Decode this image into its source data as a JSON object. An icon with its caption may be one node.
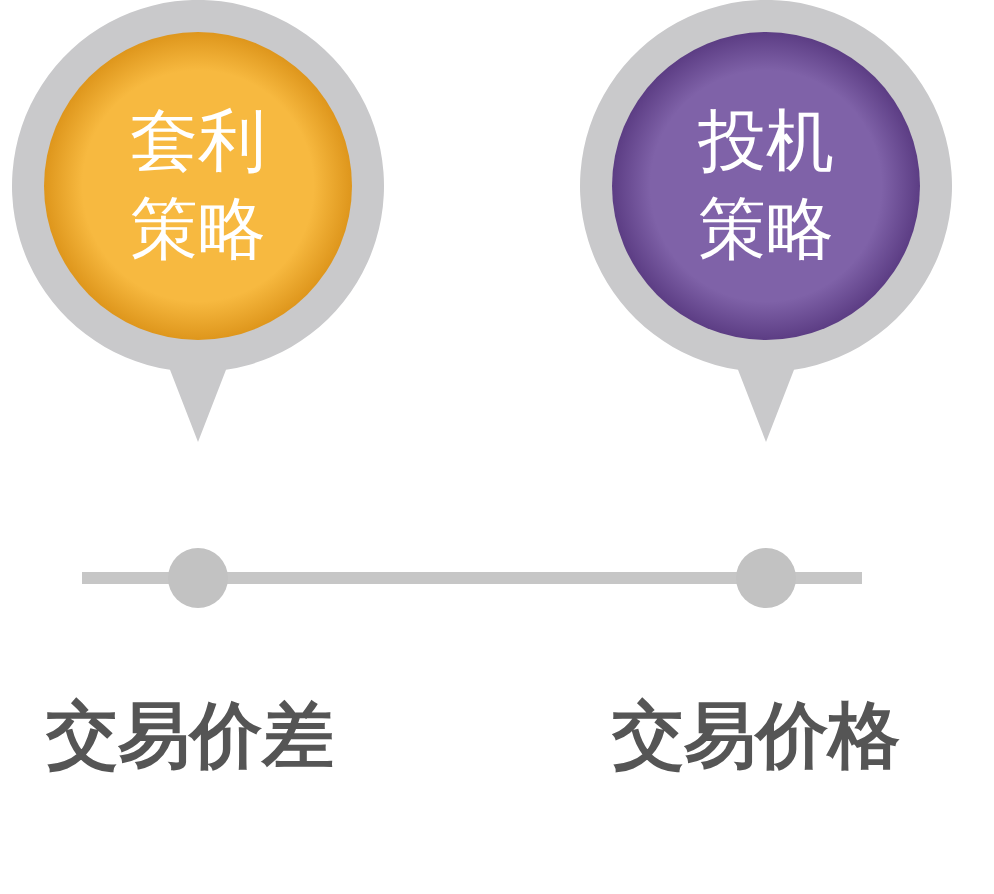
{
  "diagram": {
    "nodes": [
      {
        "text": [
          "套利策略"
        ]
      },
      {
        "text": [
          "投机策略"
        ]
      }
    ],
    "labels": [
      "交易价差",
      "交易价格"
    ]
  }
}
